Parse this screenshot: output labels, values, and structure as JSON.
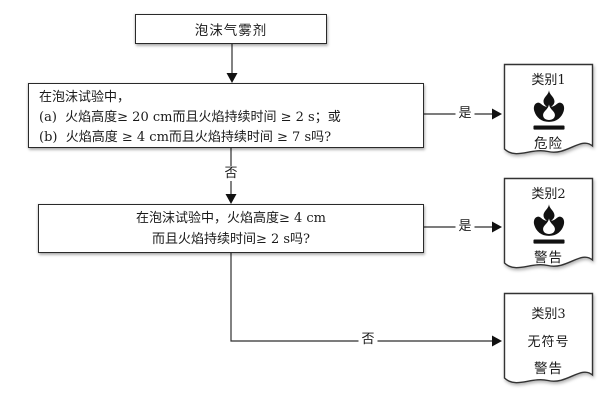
{
  "diagram": {
    "start_label": "泡沫气雾剂",
    "decision1": {
      "line1": "在泡沫试验中，",
      "line2": "(a)  火焰高度≥ 20 cm而且火焰持续时间 ≥ 2 s；或",
      "line3": "(b)  火焰高度 ≥ 4 cm而且火焰持续时间 ≥ 7 s吗?"
    },
    "decision2": {
      "line1": "在泡沫试验中，火焰高度≥ 4 cm",
      "line2": "而且火焰持续时间≥ 2 s吗?"
    },
    "connector_labels": {
      "yes1": "是",
      "no1": "否",
      "yes2": "是",
      "no2": "否"
    },
    "results": [
      {
        "category": "类别1",
        "icon": "flame-over-bar-icon",
        "signal_word": "危险"
      },
      {
        "category": "类别2",
        "icon": "flame-over-bar-icon",
        "signal_word": "警告"
      },
      {
        "category": "类别3",
        "icon": "none",
        "no_symbol_text": "无符号",
        "signal_word": "警告"
      }
    ],
    "colors": {
      "line": "#2f2f2f",
      "border": "#2a2a2a",
      "text": "#1a1a1a",
      "icon_fill": "#111111",
      "background": "#ffffff"
    }
  }
}
